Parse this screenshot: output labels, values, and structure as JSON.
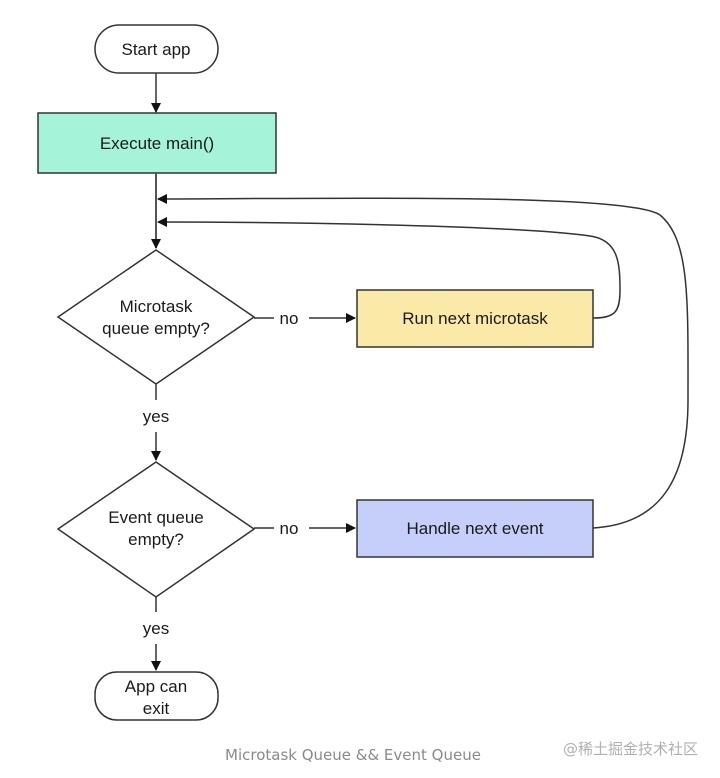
{
  "nodes": {
    "start": "Start app",
    "execute_main": "Execute main()",
    "microtask_check": [
      "Microtask",
      "queue empty?"
    ],
    "run_microtask": "Run next microtask",
    "event_check": [
      "Event queue",
      "empty?"
    ],
    "handle_event": "Handle next event",
    "exit": [
      "App can",
      "exit"
    ]
  },
  "edge_labels": {
    "microtask_no": "no",
    "microtask_yes": "yes",
    "event_no": "no",
    "event_yes": "yes"
  },
  "colors": {
    "execute_main_fill": "#a5f3d9",
    "run_microtask_fill": "#fbe9a7",
    "handle_event_fill": "#c6cffa",
    "stroke": "#333333"
  },
  "caption": "Microtask Queue && Event Queue",
  "watermark": "@稀土掘金技术社区"
}
